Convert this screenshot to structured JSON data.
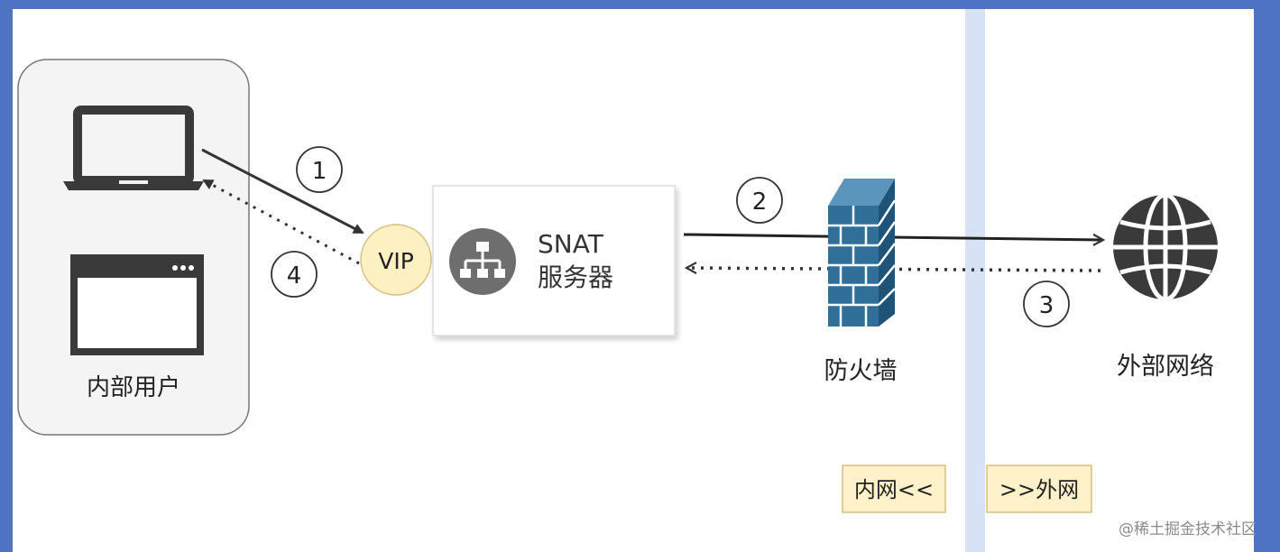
{
  "internal_users": {
    "label": "内部用户"
  },
  "vip": {
    "label": "VIP"
  },
  "snat_server": {
    "line1": "SNAT",
    "line2": "服务器"
  },
  "firewall": {
    "label": "防火墙"
  },
  "external_network": {
    "label": "外部网络"
  },
  "steps": [
    "1",
    "2",
    "3",
    "4"
  ],
  "zones": {
    "inner": "内网<<",
    "outer": ">>外网"
  },
  "watermark": "@稀土掘金技术社区",
  "colors": {
    "frame": "#4e72c4",
    "group_fill": "#f4f4f4",
    "vip_fill": "#fdf0c2",
    "zone_fill": "#fff1c9",
    "divider": "#d7e2f7",
    "firewall_brick": "#2f6f98",
    "icon_dark": "#3a3a3a"
  },
  "icons": [
    "laptop-icon",
    "browser-window-icon",
    "network-hierarchy-icon",
    "brick-wall-icon",
    "globe-icon"
  ]
}
